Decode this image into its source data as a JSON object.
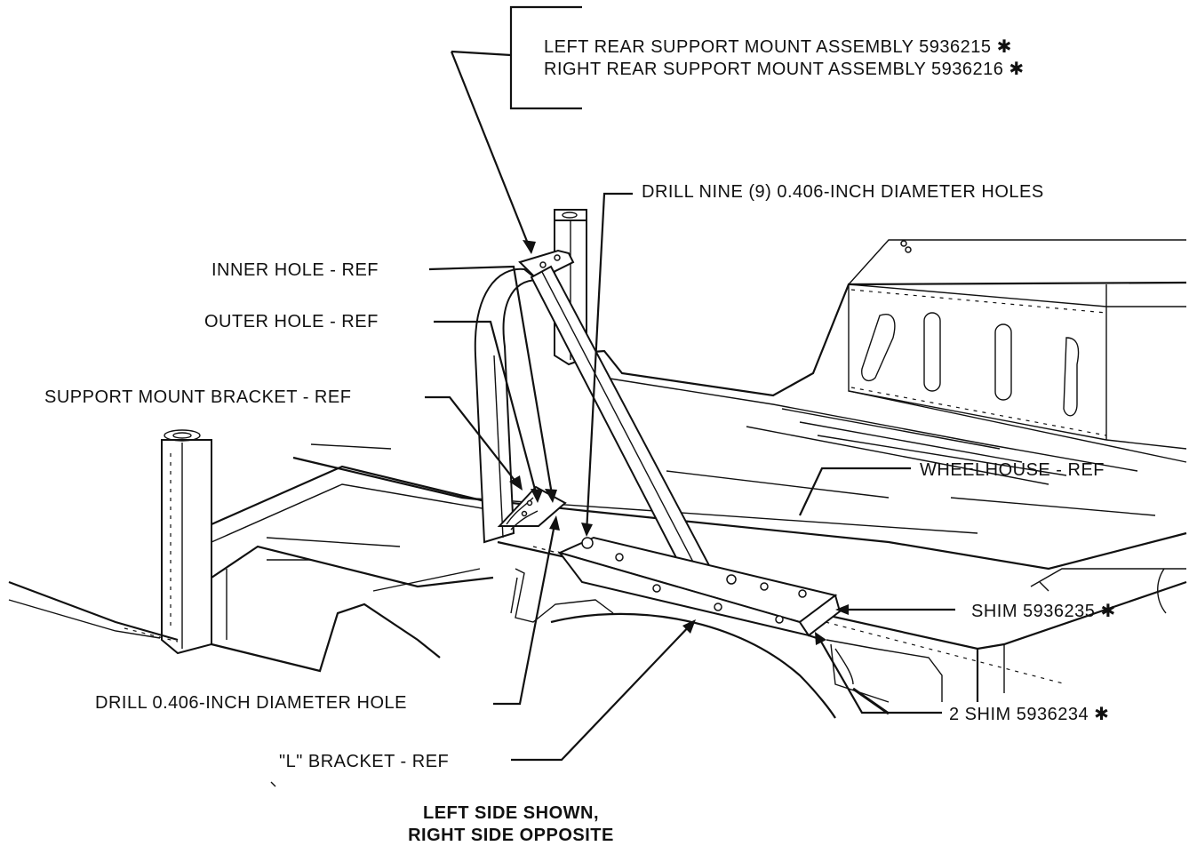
{
  "labels": {
    "left_rear_mount": "LEFT REAR SUPPORT MOUNT ASSEMBLY 5936215 ✱",
    "right_rear_mount": "RIGHT REAR SUPPORT MOUNT ASSEMBLY 5936216 ✱",
    "drill_nine": "DRILL NINE (9) 0.406-INCH DIAMETER HOLES",
    "inner_hole": "INNER HOLE - REF",
    "outer_hole": "OUTER HOLE - REF",
    "support_bracket": "SUPPORT MOUNT BRACKET - REF",
    "wheelhouse": "WHEELHOUSE - REF",
    "shim_235": "SHIM 5936235 ✱",
    "shim_234": "2 SHIM 5936234 ✱",
    "drill_one": "DRILL 0.406-INCH DIAMETER HOLE",
    "l_bracket": "\"L\" BRACKET - REF"
  },
  "caption": {
    "line1": "LEFT SIDE SHOWN,",
    "line2": "RIGHT SIDE OPPOSITE"
  }
}
